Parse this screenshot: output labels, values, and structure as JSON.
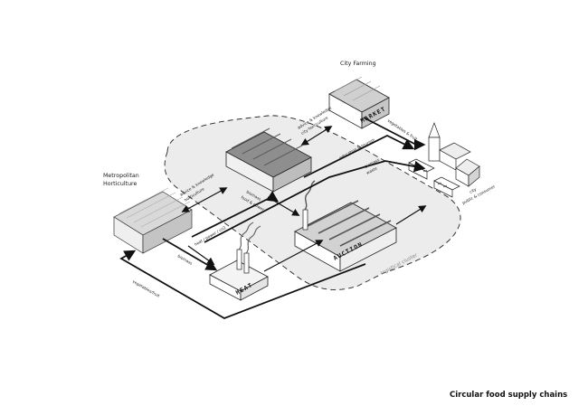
{
  "caption": "Circular food supply chains",
  "nodes": {
    "city_farming": "City Farming",
    "metropolitan": [
      "Metropolitan",
      "Horticulture"
    ],
    "market": "MARKET",
    "heat": "HEAT",
    "auction": "AUCTION",
    "city": [
      "city",
      "public & consumer"
    ],
    "cluster": "logistical cluster"
  },
  "flows": {
    "advice_city": [
      "advice & knowledge",
      "city horticulture"
    ],
    "advice_metro": [
      "advice & knowledge",
      "horticulture"
    ],
    "veg_market": "vegetables & fruit",
    "education": "education & tourism",
    "biomass_waste": [
      "biomass",
      "waste"
    ],
    "biomass_food": [
      "biomass",
      "food & power"
    ],
    "heat_power": "heat / power / co2",
    "biomass_heat": "biomass",
    "veg_bottom": "vegetables/fruit"
  },
  "colors": {
    "cluster_fill": "#ececec",
    "stroke": "#111111",
    "roof_light": "#d6d6d6",
    "roof_dark": "#9a9a9a"
  }
}
